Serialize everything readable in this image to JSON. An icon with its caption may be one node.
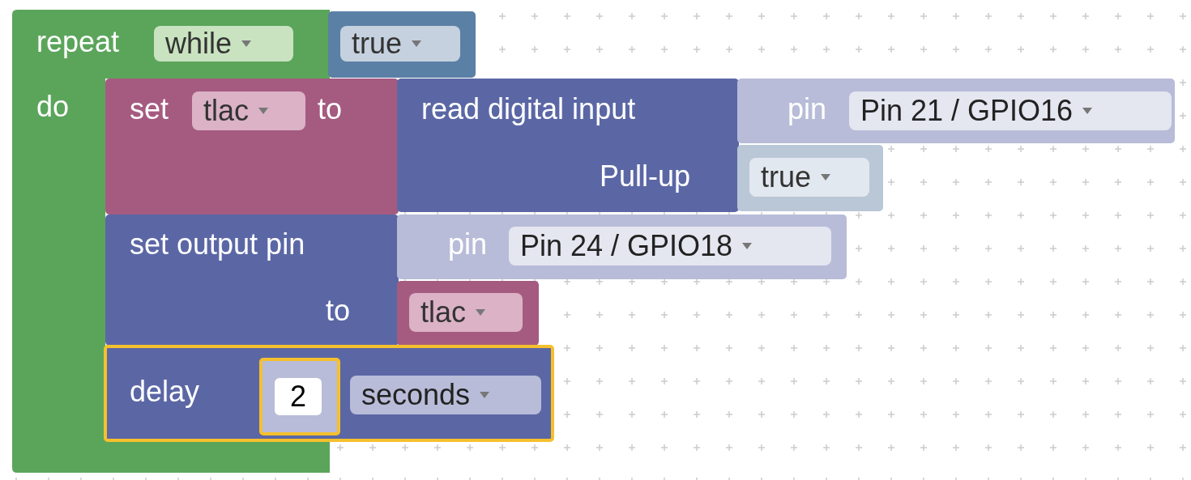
{
  "diagram": {
    "nodes": [
      {
        "text": [
          "repeat",
          "do"
        ]
      },
      {
        "text": [
          "while"
        ],
        "in": 0
      },
      {
        "text": [
          "true"
        ]
      },
      {
        "text": [
          "set",
          "to"
        ]
      },
      {
        "text": [
          "tlac"
        ],
        "in": 3
      },
      {
        "text": [
          "read digital input",
          "Pull-up"
        ]
      },
      {
        "text": [
          "pin"
        ]
      },
      {
        "text": [
          "Pin 21 / GPIO16"
        ],
        "in": 6
      },
      {
        "text": [
          "true"
        ]
      },
      {
        "text": [
          "set output pin",
          "to"
        ]
      },
      {
        "text": [
          "pin"
        ]
      },
      {
        "text": [
          "Pin 24 / GPIO18"
        ],
        "in": 10
      },
      {
        "text": [
          "tlac"
        ]
      },
      {
        "text": [
          "delay"
        ]
      },
      {
        "text": [
          "2"
        ],
        "in": 13
      },
      {
        "text": [
          "seconds"
        ],
        "in": 13
      }
    ]
  }
}
